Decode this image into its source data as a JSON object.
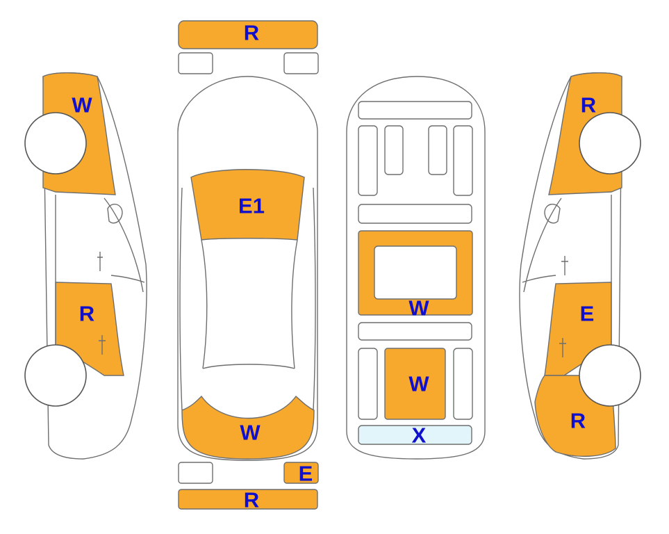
{
  "colors": {
    "damaged_panel": "#f7a92e",
    "glass_marked": "#e2f5fb",
    "code_text": "#1010cc",
    "outline": "#6e6e6e"
  },
  "labels": {
    "front_bumper": "R",
    "rear_bumper": "R",
    "rear_small_panel": "E",
    "hood": "E1",
    "trunk": "W",
    "roof_panel": "W",
    "floor_panel": "W",
    "rear_glass": "X",
    "left_front_fender": "W",
    "left_rear_door": "R",
    "right_front_fender": "R",
    "right_rear_door": "E",
    "right_quarter_panel": "R"
  }
}
